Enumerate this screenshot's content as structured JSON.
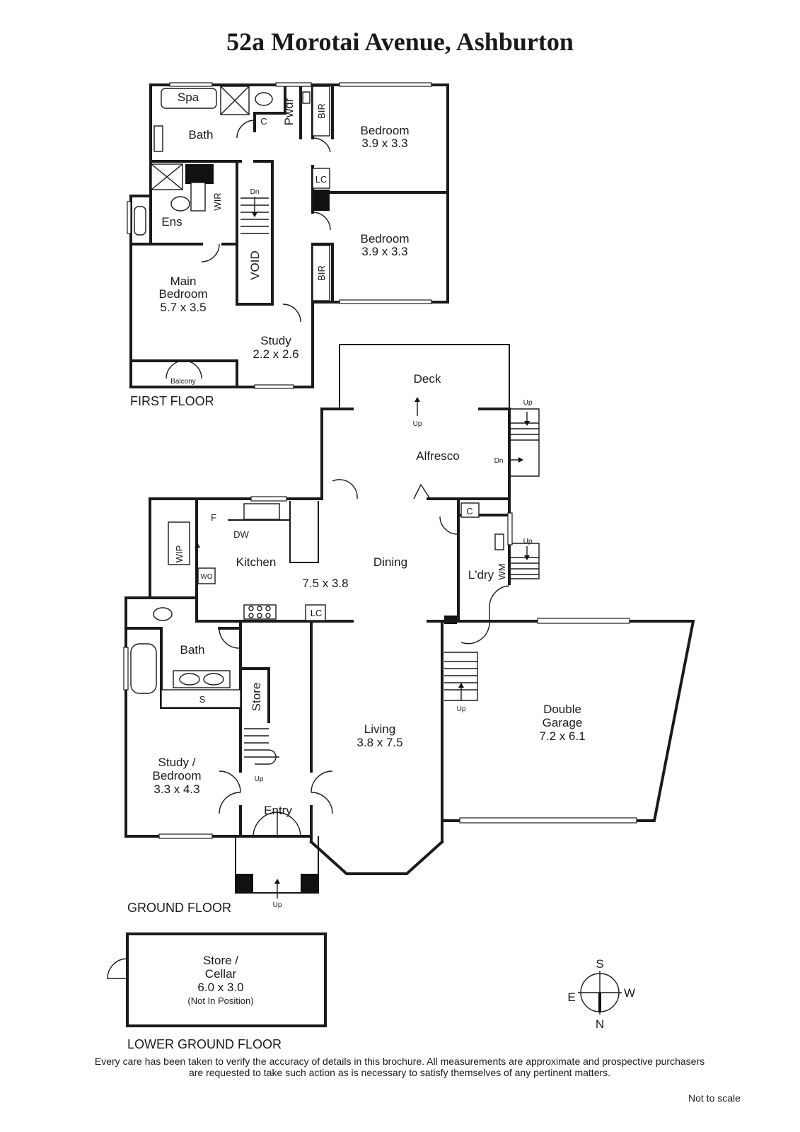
{
  "title": "52a Morotai Avenue, Ashburton",
  "floors": {
    "first": "FIRST FLOOR",
    "ground": "GROUND FLOOR",
    "lower": "LOWER GROUND FLOOR"
  },
  "first_floor": {
    "spa": "Spa",
    "bath": "Bath",
    "pwdr": "Pwdr",
    "cupboard": "C",
    "bir_top": "BIR",
    "bed2_name": "Bedroom",
    "bed2_dim": "3.9 x 3.3",
    "lc": "LC",
    "ens": "Ens",
    "wir": "WIR",
    "dn": "Dn",
    "void": "VOID",
    "bed3_name": "Bedroom",
    "bed3_dim": "3.9 x 3.3",
    "bir_bottom": "BIR",
    "main_bed_l1": "Main",
    "main_bed_l2": "Bedroom",
    "main_bed_dim": "5.7 x 3.5",
    "study_name": "Study",
    "study_dim": "2.2 x 2.6",
    "balcony": "Balcony"
  },
  "ground_floor": {
    "deck": "Deck",
    "deck_up": "Up",
    "alfresco": "Alfresco",
    "alfresco_up": "Up",
    "alfresco_dn": "Dn",
    "fridge": "F",
    "dw": "DW",
    "wip": "WIP",
    "wo": "WO",
    "kitchen": "Kitchen",
    "dining": "Dining",
    "kd_dim": "7.5 x 3.8",
    "cupboard": "C",
    "laundry": "L'dry",
    "wm": "WM",
    "laundry_up": "Up",
    "lc": "LC",
    "bath": "Bath",
    "shelf": "S",
    "store": "Store",
    "study_l1": "Study /",
    "study_l2": "Bedroom",
    "study_dim": "3.3 x 4.3",
    "stair_up": "Up",
    "living": "Living",
    "living_dim": "3.8 x 7.5",
    "entry": "Entry",
    "entry_up": "Up",
    "garage_up": "Up",
    "garage_l1": "Double",
    "garage_l2": "Garage",
    "garage_dim": "7.2 x 6.1"
  },
  "lower_floor": {
    "name_l1": "Store /",
    "name_l2": "Cellar",
    "dim": "6.0 x 3.0",
    "note": "(Not In Position)"
  },
  "compass": {
    "s": "S",
    "n": "N",
    "e": "E",
    "w": "W"
  },
  "disclaimer": {
    "line1": "Every care has been taken to verify the accuracy of details in this brochure.  All measurements are approximate and prospective purchasers",
    "line2": "are requested to take such action as is necessary to satisfy themselves of any pertinent matters."
  },
  "scale_note": "Not to scale"
}
